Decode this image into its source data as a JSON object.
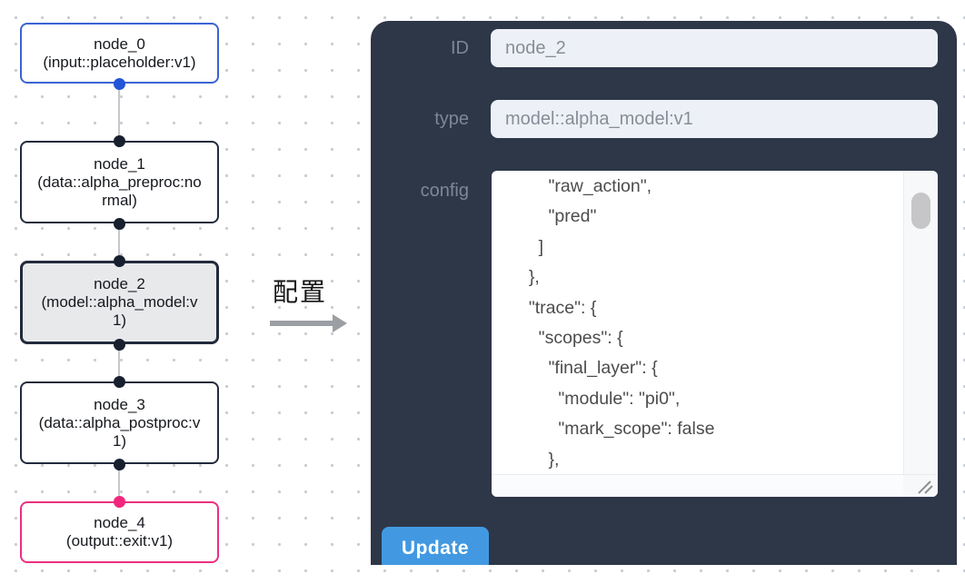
{
  "flow": {
    "nodes": [
      {
        "name": "node_0",
        "type": "(input::placeholder:v1)"
      },
      {
        "name": "node_1",
        "type": "(data::alpha_preproc:normal)"
      },
      {
        "name": "node_2",
        "type": "(model::alpha_model:v1)"
      },
      {
        "name": "node_3",
        "type": "(data::alpha_postproc:v1)"
      },
      {
        "name": "node_4",
        "type": "(output::exit:v1)"
      }
    ]
  },
  "transition": {
    "label": "配置"
  },
  "panel": {
    "id_field": {
      "label": "ID",
      "value": "node_2"
    },
    "type_field": {
      "label": "type",
      "value": "model::alpha_model:v1"
    },
    "config_field": {
      "label": "config",
      "value": "      \"raw_action\",\n      \"pred\"\n    ]\n  },\n  \"trace\": {\n    \"scopes\": {\n      \"final_layer\": {\n        \"module\": \"pi0\",\n        \"mark_scope\": false\n      },\n      \"action_model\": {"
    },
    "update_button": "Update"
  },
  "colors": {
    "panel_bg": "#2d3748",
    "button_bg": "#4299e1",
    "input_node_accent": "#3c62d4",
    "output_node_accent": "#eb2f80",
    "default_node_accent": "#222b3c",
    "selected_node_fill": "#e8e9eb",
    "input_handle": "#2355d8",
    "output_handle": "#f1267c",
    "edge_color": "#c5c8cc"
  }
}
